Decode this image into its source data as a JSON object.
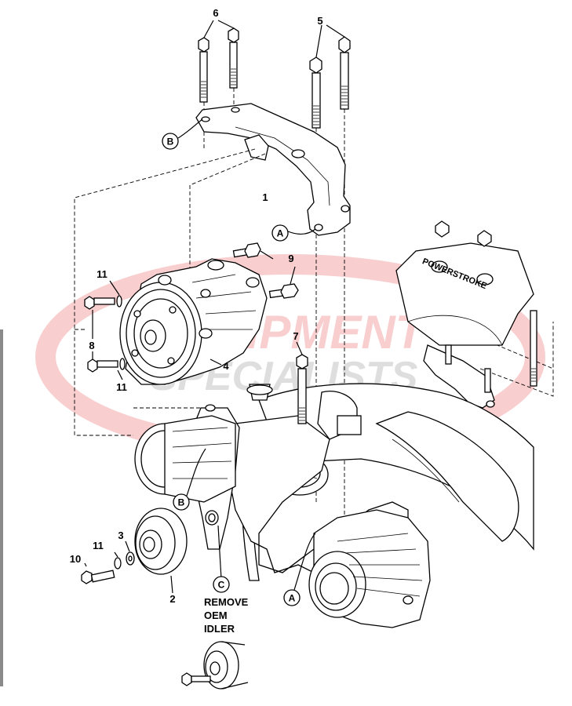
{
  "watermark": {
    "line1": "EQUIPMENT",
    "line2": "SPECIALISTS",
    "color": "#e0262b"
  },
  "cover_brand": "POWERSTROKE",
  "part_numbers": {
    "p1": "1",
    "p2": "2",
    "p3": "3",
    "p4": "4",
    "p5": "5",
    "p6": "6",
    "p7": "7",
    "p8": "8",
    "p9": "9",
    "p10": "10",
    "p11a": "11",
    "p11b": "11",
    "p11c": "11"
  },
  "callouts": {
    "a_top": "A",
    "a_bottom": "A",
    "b_top": "B",
    "b_bottom": "B",
    "c": "C"
  },
  "note": {
    "line1": "REMOVE",
    "line2": "OEM",
    "line3": "IDLER"
  }
}
